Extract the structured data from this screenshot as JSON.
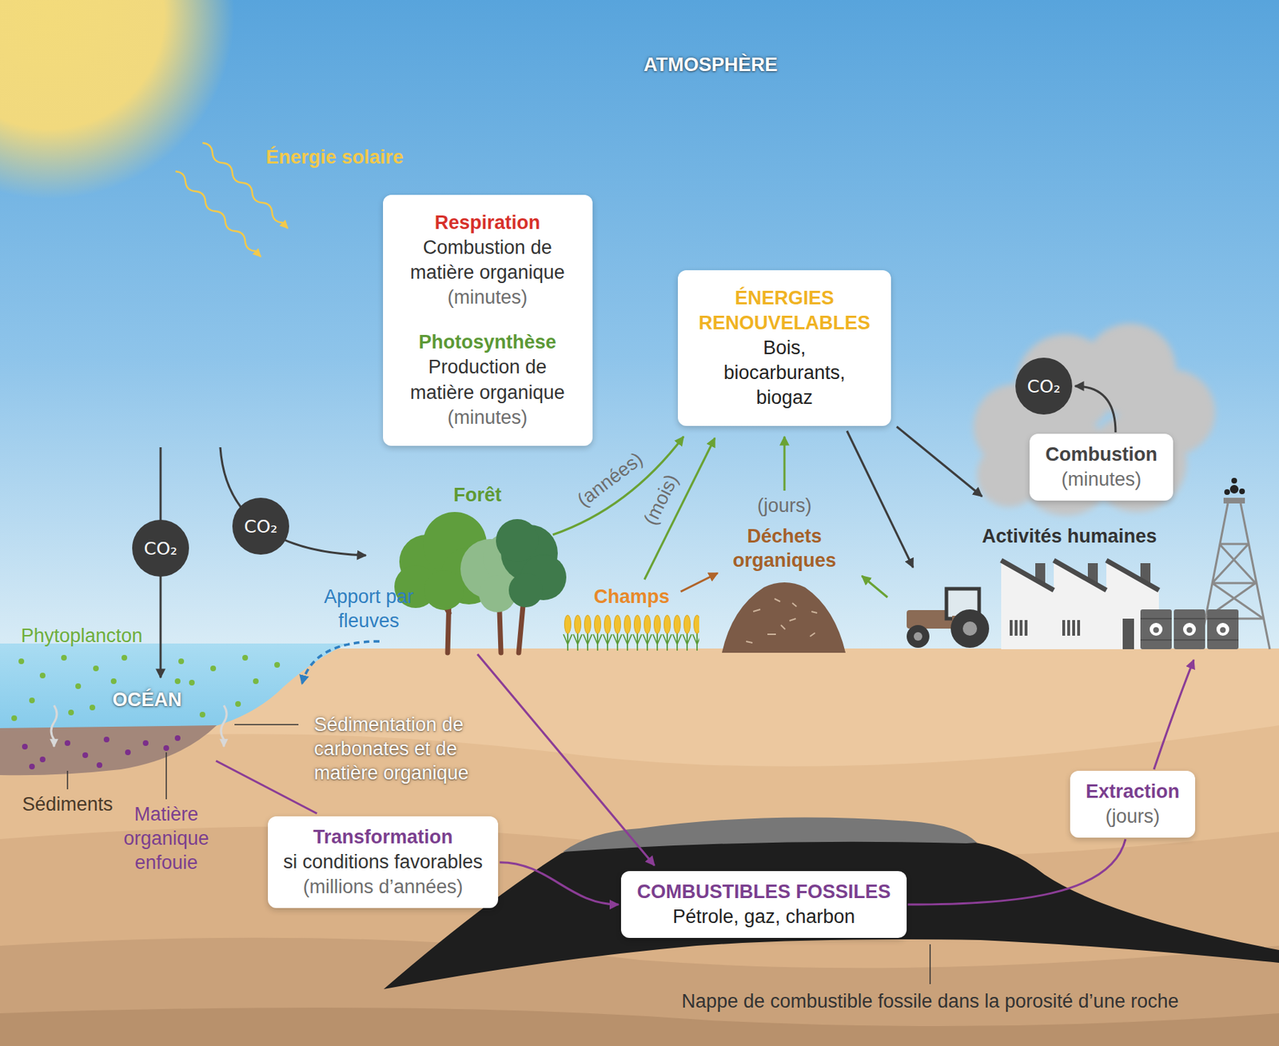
{
  "diagram": {
    "nodes": [
      {
        "text": [
          "Respiration",
          "Combustion de matière organique",
          "(minutes)",
          "Photosynthèse",
          "Production de matière organique",
          "(minutes)"
        ]
      },
      {
        "text": [
          "ÉNERGIES RENOUVELABLES",
          "Bois, biocarburants, biogaz"
        ]
      },
      {
        "text": [
          "CO₂"
        ]
      },
      {
        "text": [
          "CO₂"
        ]
      },
      {
        "text": [
          "CO₂"
        ]
      },
      {
        "text": [
          "Combustion",
          "(minutes)"
        ]
      },
      {
        "text": [
          "Transformation",
          "si conditions favorables",
          "(millions d’années)"
        ]
      },
      {
        "text": [
          "COMBUSTIBLES FOSSILES",
          "Pétrole, gaz, charbon"
        ]
      },
      {
        "text": [
          "Extraction",
          "(jours)"
        ]
      }
    ],
    "edges": [
      {
        "from": 5,
        "to": 4,
        "arrow": "to"
      },
      {
        "from": 6,
        "to": 7,
        "arrow": "to"
      },
      {
        "from": 7,
        "to": 8,
        "arrow": "none"
      }
    ],
    "labels": [
      "ATMOSPHÈRE",
      "Énergie solaire",
      "Forêt",
      "(années)",
      "(mois)",
      "(jours)",
      "Déchets organiques",
      "Champs",
      "Activités humaines",
      "Phytoplancton",
      "OCÉAN",
      "Apport par fleuves",
      "Sédimentation de carbonates et de matière organique",
      "Sédiments",
      "Matière organique enfouie",
      "Nappe de combustible fossile dans la porosité d’une roche"
    ]
  }
}
